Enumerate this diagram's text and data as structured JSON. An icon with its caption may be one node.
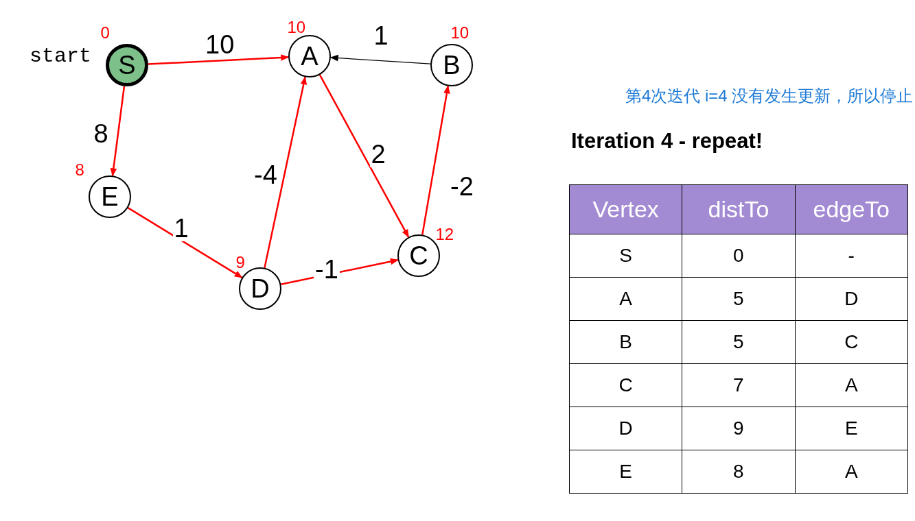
{
  "diagram": {
    "title": "Iteration 4 - repeat!",
    "nodes": [
      {
        "text": [
          "S"
        ],
        "beside": [
          "start",
          "0"
        ]
      },
      {
        "text": [
          "A"
        ],
        "beside": [
          "10"
        ]
      },
      {
        "text": [
          "B"
        ],
        "beside": [
          "10"
        ]
      },
      {
        "text": [
          "E"
        ],
        "beside": [
          "8"
        ]
      },
      {
        "text": [
          "C"
        ],
        "beside": [
          "12"
        ]
      },
      {
        "text": [
          "D"
        ],
        "beside": [
          "9"
        ]
      }
    ],
    "edges": [
      {
        "from": 0,
        "to": 1,
        "arrow": "to",
        "label": "10"
      },
      {
        "from": 2,
        "to": 1,
        "arrow": "to",
        "label": "1",
        "color": "#000000"
      },
      {
        "from": 0,
        "to": 3,
        "arrow": "to",
        "label": "8"
      },
      {
        "from": 5,
        "to": 1,
        "arrow": "to",
        "label": "-4"
      },
      {
        "from": 1,
        "to": 4,
        "arrow": "to",
        "label": "2"
      },
      {
        "from": 4,
        "to": 2,
        "arrow": "to",
        "label": "-2"
      },
      {
        "from": 3,
        "to": 5,
        "arrow": "to",
        "label": "1"
      },
      {
        "from": 5,
        "to": 4,
        "arrow": "to",
        "label": "-1"
      }
    ],
    "labels": [
      "第4次迭代 i=4 没有发生更新，所以停止",
      "Vertex",
      "distTo",
      "edgeTo",
      "S",
      "0",
      "-",
      "A",
      "5",
      "D",
      "B",
      "5",
      "C",
      "C",
      "7",
      "A",
      "D",
      "9",
      "E",
      "E",
      "8",
      "A"
    ]
  }
}
